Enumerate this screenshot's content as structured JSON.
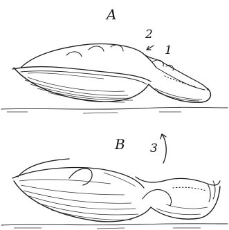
{
  "figure": {
    "panel_a_label": "A",
    "panel_b_label": "B",
    "marker_1": "1",
    "marker_2": "2",
    "marker_3": "3"
  }
}
